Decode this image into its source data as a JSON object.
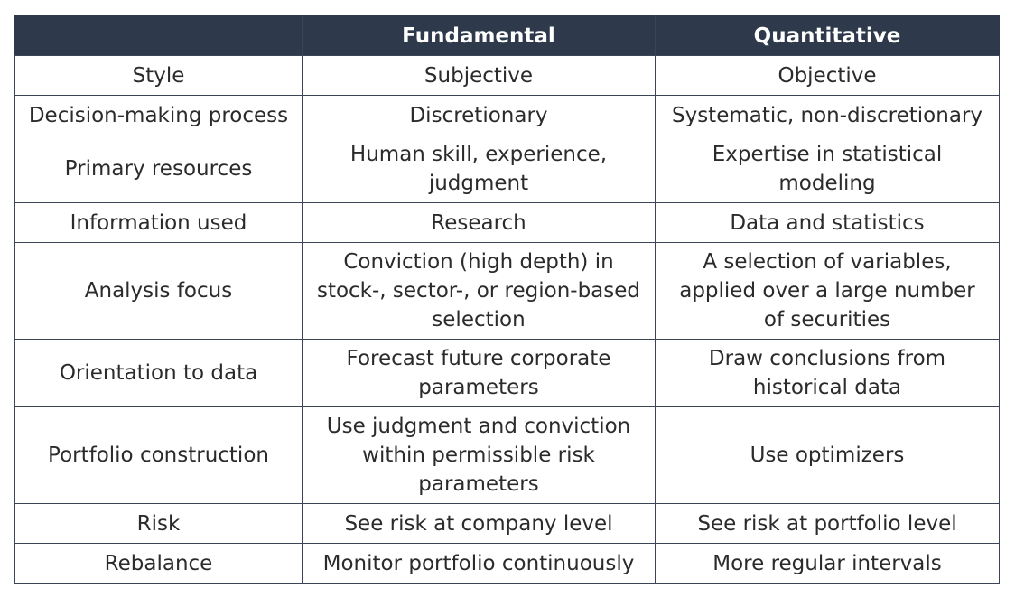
{
  "table": {
    "headers": [
      "",
      "Fundamental",
      "Quantitative"
    ],
    "rows": [
      {
        "label": "Style",
        "fundamental": "Subjective",
        "quantitative": "Objective"
      },
      {
        "label": "Decision-making process",
        "fundamental": "Discretionary",
        "quantitative": "Systematic, non-discretionary"
      },
      {
        "label": "Primary resources",
        "fundamental": "Human skill, experience, judgment",
        "quantitative": "Expertise in statistical modeling"
      },
      {
        "label": "Information used",
        "fundamental": "Research",
        "quantitative": "Data and statistics"
      },
      {
        "label": "Analysis focus",
        "fundamental": "Conviction (high depth) in stock-, sector-, or region-based selection",
        "quantitative": "A selection of variables, applied over a large number of securities"
      },
      {
        "label": "Orientation to data",
        "fundamental": "Forecast future corporate parameters",
        "quantitative": "Draw conclusions from historical data"
      },
      {
        "label": "Portfolio construction",
        "fundamental": "Use judgment and conviction within permissible risk parameters",
        "quantitative": "Use optimizers"
      },
      {
        "label": "Risk",
        "fundamental": "See risk at company level",
        "quantitative": "See risk at portfolio level"
      },
      {
        "label": "Rebalance",
        "fundamental": "Monitor portfolio continuously",
        "quantitative": "More regular intervals"
      }
    ]
  },
  "colors": {
    "header_bg": "#2e3a4b",
    "header_text": "#ffffff",
    "border": "#3a4656",
    "body_text": "#2b2b2b"
  }
}
